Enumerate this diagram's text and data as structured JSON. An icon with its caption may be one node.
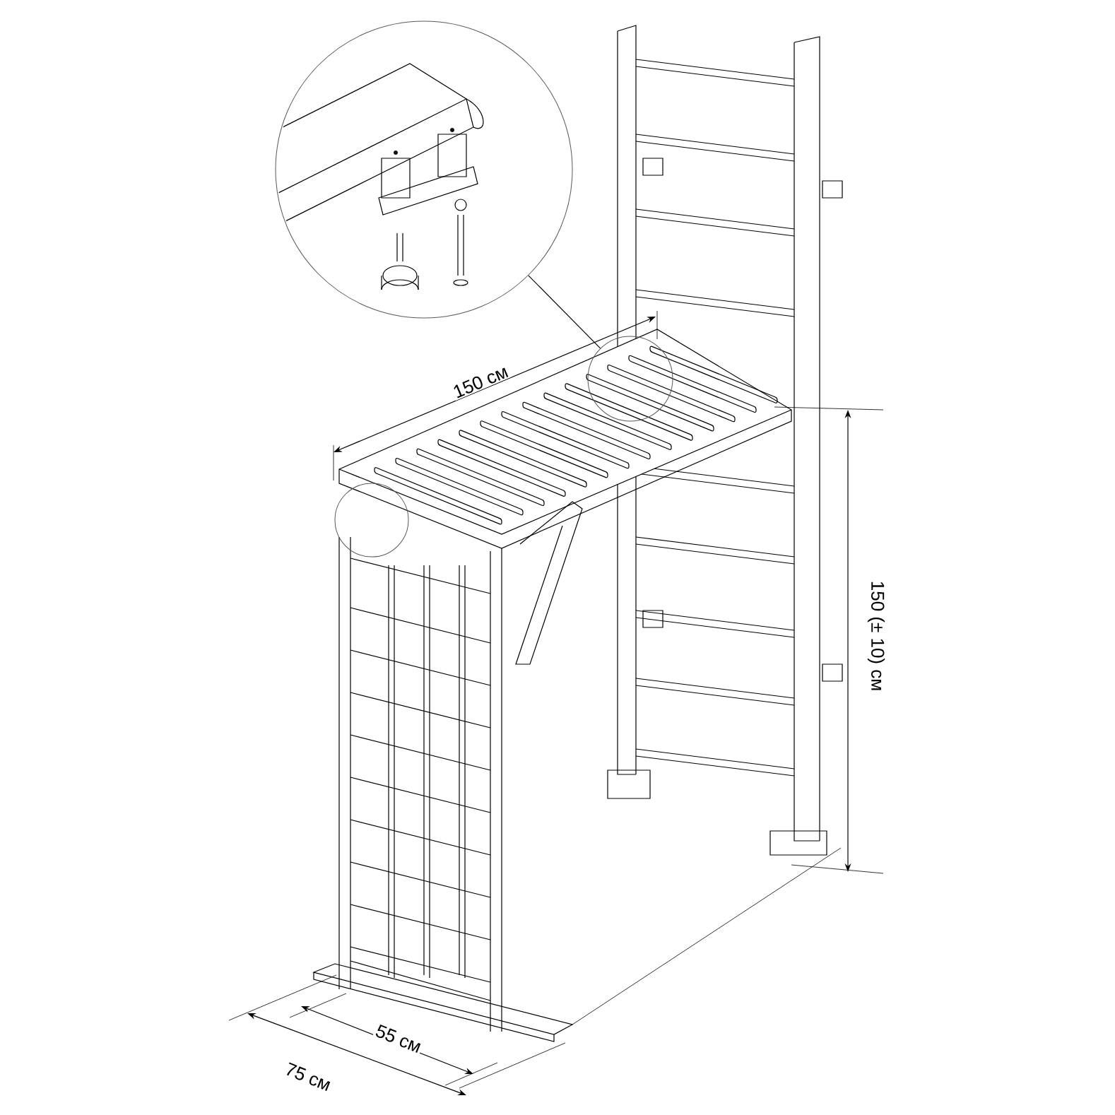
{
  "diagram": {
    "nodes": [
      {
        "text": [],
        "shape": "picture"
      },
      {
        "text": [],
        "shape": "circle"
      },
      {
        "text": [],
        "shape": "circle"
      }
    ],
    "edges": [
      {
        "from": 0,
        "to": 1,
        "arrow": "none"
      }
    ],
    "labels": [
      "150 см",
      "150 (± 10) см",
      "55 см",
      "75 см"
    ]
  }
}
